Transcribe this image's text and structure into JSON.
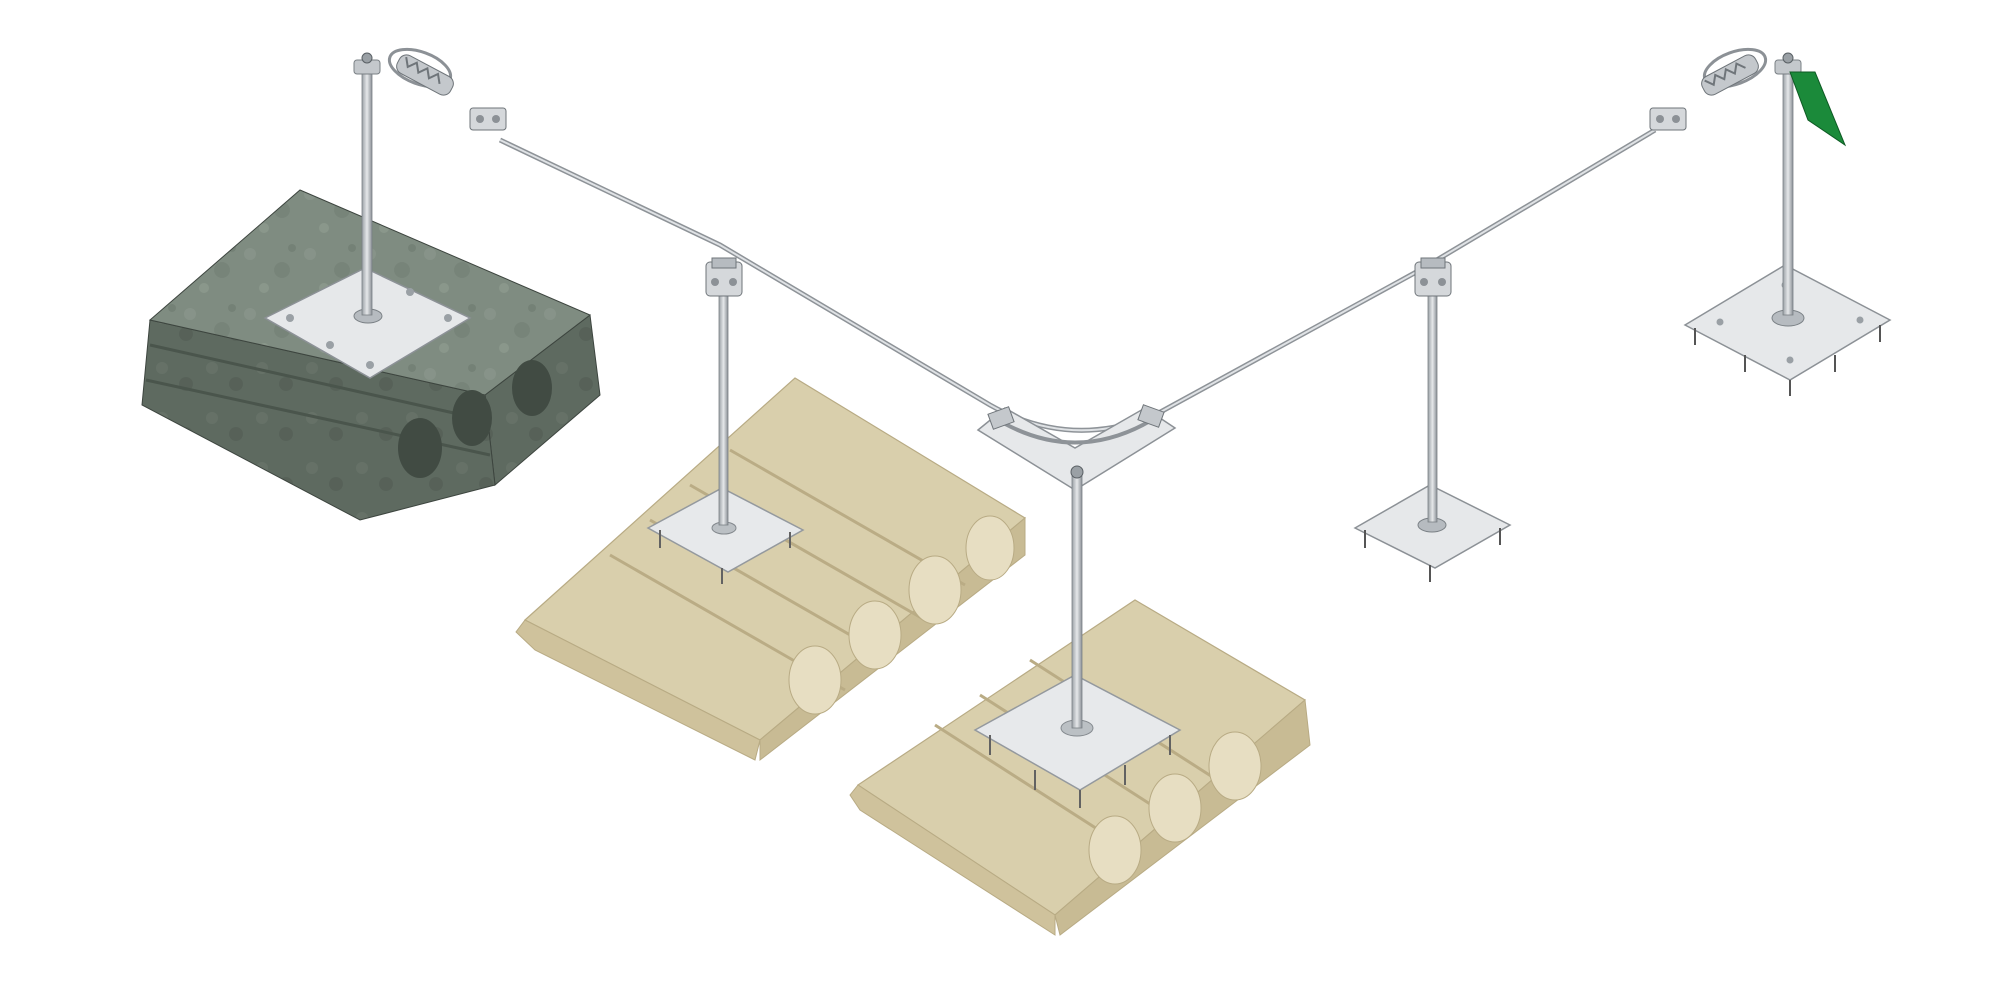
{
  "scene": {
    "background_color": "#ffffff",
    "components": [
      {
        "id": "slab-concrete",
        "kind": "hollow-core-slab",
        "material": "concrete",
        "color": "#7d8a80"
      },
      {
        "id": "slab-translucent-left",
        "kind": "hollow-core-slab",
        "material": "translucent",
        "color": "#c9bb93"
      },
      {
        "id": "slab-translucent-center",
        "kind": "hollow-core-slab",
        "material": "translucent",
        "color": "#c9bb93"
      },
      {
        "id": "end-post-left",
        "kind": "end-anchor-post"
      },
      {
        "id": "end-post-right",
        "kind": "end-anchor-post"
      },
      {
        "id": "intermediate-post-left",
        "kind": "intermediate-post"
      },
      {
        "id": "intermediate-post-right",
        "kind": "intermediate-post"
      },
      {
        "id": "corner-post",
        "kind": "corner-post"
      },
      {
        "id": "tensioner-left",
        "kind": "shock-absorber-tensioner"
      },
      {
        "id": "tensioner-right",
        "kind": "shock-absorber-tensioner"
      },
      {
        "id": "lifeline-cable",
        "kind": "horizontal-lifeline-cable",
        "color": "#9ea3a8"
      },
      {
        "id": "green-tag",
        "kind": "identification-tag",
        "color": "#1b8a3a"
      }
    ],
    "colors": {
      "steel": "#c4c8cc",
      "steel_dark": "#8c9196",
      "plate": "#e4e6e8",
      "concrete_top": "#7f8c81",
      "concrete_side": "#5c685e",
      "sand_top": "#d8cca6",
      "sand_side": "#c2b48b",
      "sand_shadow": "#a89a70"
    }
  }
}
